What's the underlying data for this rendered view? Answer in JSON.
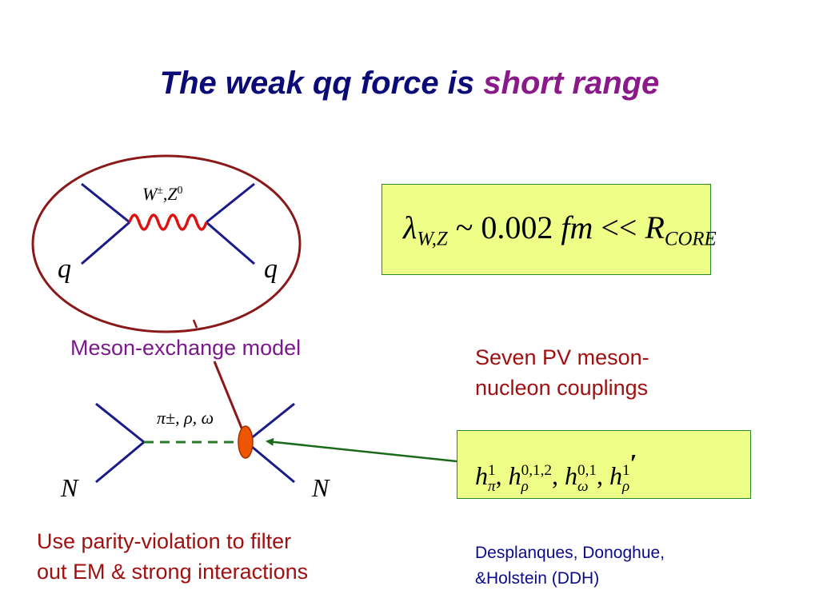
{
  "title": {
    "part1": "The weak qq force is",
    "part2": "short range",
    "highlight_color": "#8a1a8a"
  },
  "top_diagram": {
    "boson": {
      "w": "W",
      "w_sup": "±",
      "sep": ",",
      "z": "Z",
      "z_sup": "0"
    },
    "quark_left": "q",
    "quark_right": "q"
  },
  "range_box": {
    "lambda": "λ",
    "lambda_sub": "W,Z",
    "relation": "~ 0.002",
    "unit": "fm",
    "much_less": "<<",
    "r": "R",
    "r_sub": "CORE"
  },
  "meson_model_label": "Meson-exchange model",
  "couplings_label": {
    "line1": "Seven PV meson-",
    "line2": "nucleon couplings"
  },
  "bottom_diagram": {
    "mesons": "π±, ρ, ω",
    "nucleon_left": "N",
    "nucleon_right": "N"
  },
  "couplings_box": {
    "h": "h",
    "pi": "π",
    "pi_sup": "1",
    "rho": "ρ",
    "rho_sup": "0,1,2",
    "omega": "ω",
    "omega_sup": "0,1",
    "rho_prime_sup": "1",
    "prime": "′"
  },
  "pv_filter_label": {
    "line1": "Use parity-violation to filter",
    "line2": "out EM & strong interactions"
  },
  "ddh_label": {
    "line1": "Desplanques, Donoghue,",
    "line2": "&Holstein (DDH)"
  },
  "colors": {
    "title": "#0b0b78",
    "fermion_lines": "#1a1a8a",
    "w_boson": "#e01010",
    "ellipse": "#8a1a1a",
    "meson_line": "#2a7a2a",
    "vertex_blob": "#ee5500",
    "box_fill": "#eeff88",
    "arrow": "#1a6a1a"
  }
}
